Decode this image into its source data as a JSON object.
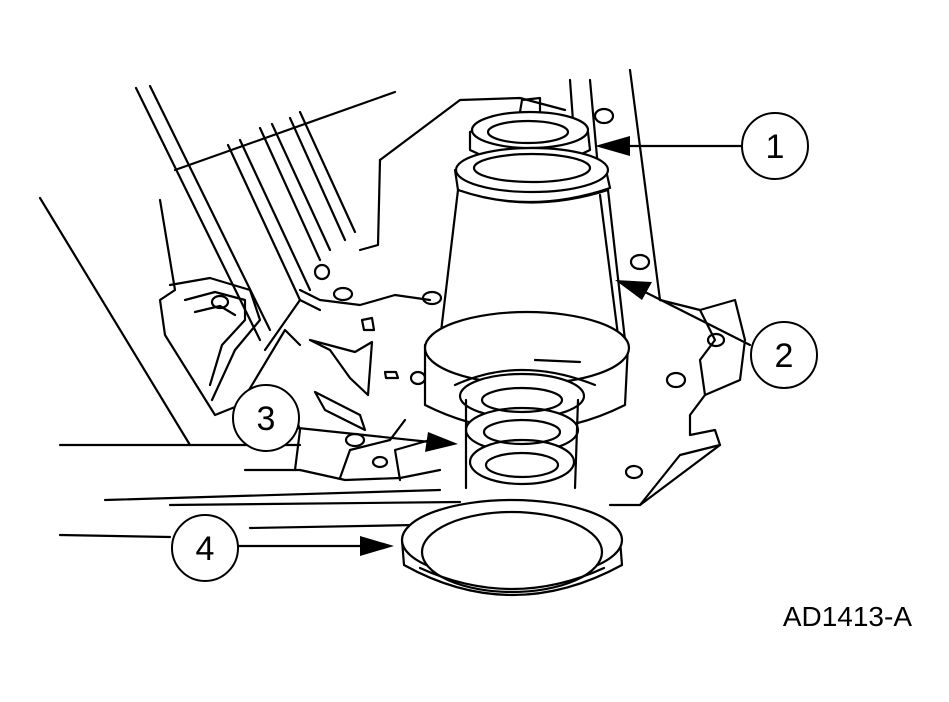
{
  "callouts": [
    {
      "label": "1"
    },
    {
      "label": "2"
    },
    {
      "label": "3"
    },
    {
      "label": "4"
    }
  ],
  "figure_id": "AD1413-A"
}
